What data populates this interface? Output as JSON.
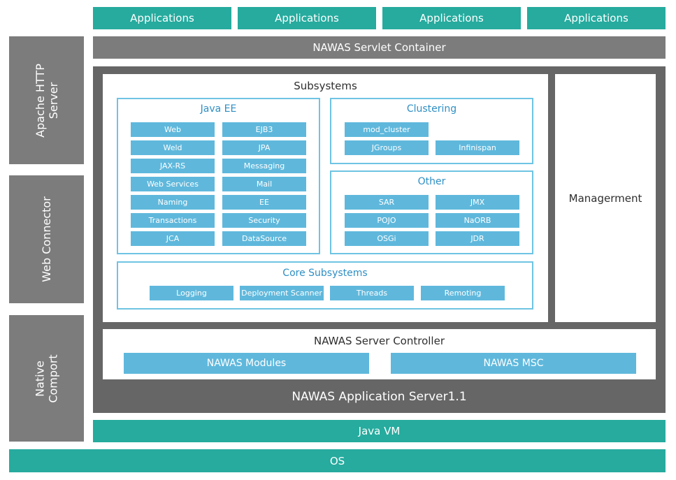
{
  "applications": [
    "Applications",
    "Applications",
    "Applications",
    "Applications"
  ],
  "servlet_container": "NAWAS Servlet Container",
  "side": {
    "apache": "Apache HTTP\nServer",
    "web_connector": "Web Connector",
    "native": "Native\nComport"
  },
  "subsystems": {
    "title": "Subsystems",
    "java_ee": {
      "title": "Java EE",
      "left": [
        "Web",
        "Weld",
        "JAX-RS",
        "Web Services",
        "Naming",
        "Transactions",
        "JCA"
      ],
      "right": [
        "EJB3",
        "JPA",
        "Messaging",
        "Mail",
        "EE",
        "Security",
        "DataSource"
      ]
    },
    "clustering": {
      "title": "Clustering",
      "items": [
        "mod_cluster",
        "JGroups",
        "Infinispan"
      ]
    },
    "other": {
      "title": "Other",
      "left": [
        "SAR",
        "POJO",
        "OSGi"
      ],
      "right": [
        "JMX",
        "NaORB",
        "JDR"
      ]
    },
    "core": {
      "title": "Core Subsystems",
      "items": [
        "Logging",
        "Deployment Scanner",
        "Threads",
        "Remoting"
      ]
    }
  },
  "management": "Managerment",
  "controller": {
    "title": "NAWAS Server Controller",
    "modules": "NAWAS Modules",
    "msc": "NAWAS MSC"
  },
  "app_server": "NAWAS Application Server1.1",
  "java_vm": "Java VM",
  "os": "OS",
  "colors": {
    "teal": "#26ab9e",
    "gray": "#7c7c7c",
    "dark": "#666666",
    "cell_blue": "#5fb8dc",
    "title_blue": "#2f8fc4"
  }
}
